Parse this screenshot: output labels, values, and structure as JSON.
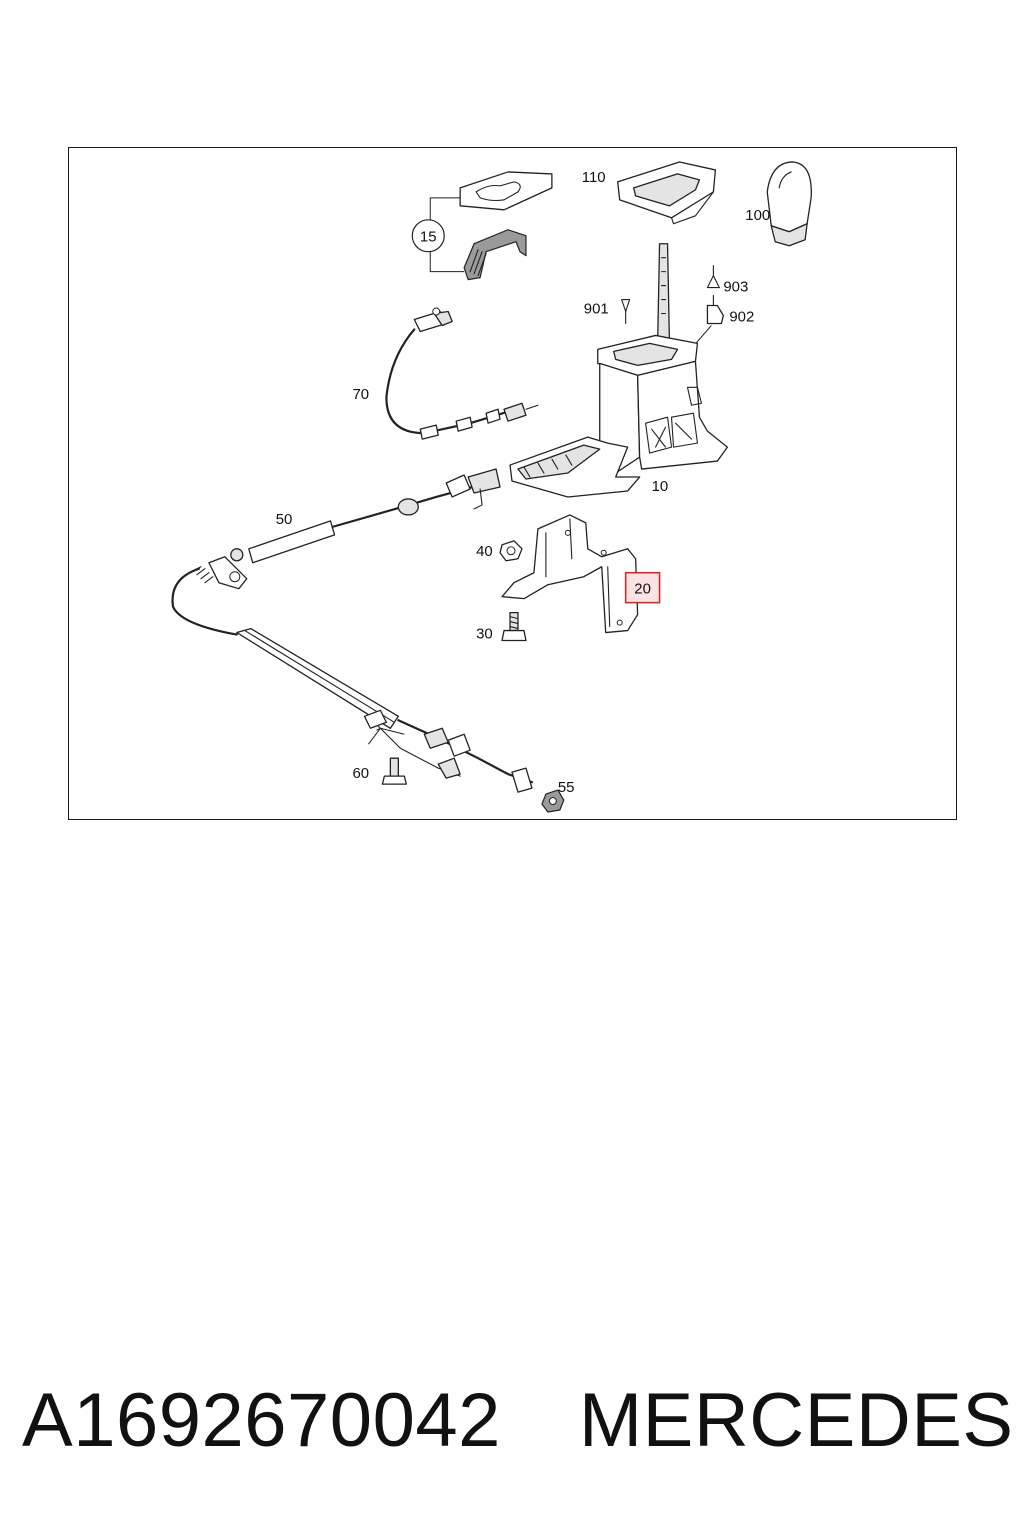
{
  "diagram": {
    "callouts": {
      "c10": "10",
      "c15": "15",
      "c20": "20",
      "c30": "30",
      "c40": "40",
      "c50": "50",
      "c55": "55",
      "c60": "60",
      "c70": "70",
      "c100": "100",
      "c110": "110",
      "c901": "901",
      "c902": "902",
      "c903": "903"
    },
    "highlighted_callout": "20",
    "highlight_color": "#d12a2a"
  },
  "footer": {
    "part_number": "A1692670042",
    "brand": "MERCEDES"
  }
}
